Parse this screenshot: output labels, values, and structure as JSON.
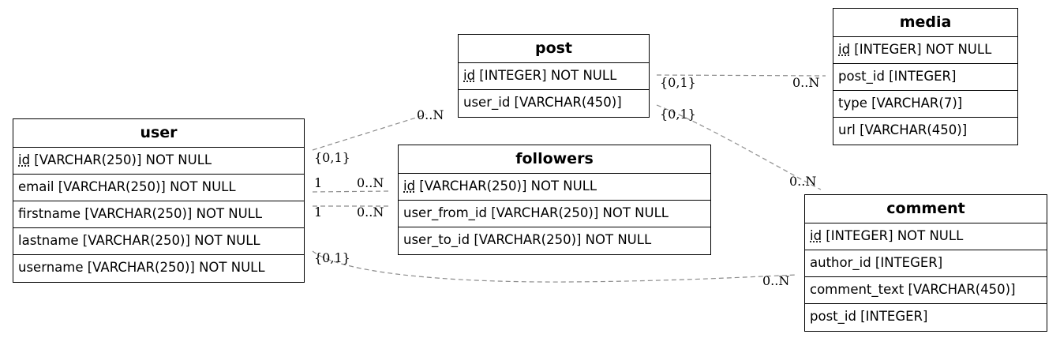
{
  "entities": {
    "user": {
      "name": "user",
      "columns": [
        {
          "key": "id",
          "rest": " [VARCHAR(250)] NOT NULL"
        },
        {
          "key": "",
          "rest": "email [VARCHAR(250)] NOT NULL"
        },
        {
          "key": "",
          "rest": "firstname [VARCHAR(250)] NOT NULL"
        },
        {
          "key": "",
          "rest": "lastname [VARCHAR(250)] NOT NULL"
        },
        {
          "key": "",
          "rest": "username [VARCHAR(250)] NOT NULL"
        }
      ]
    },
    "post": {
      "name": "post",
      "columns": [
        {
          "key": "id",
          "rest": " [INTEGER] NOT NULL"
        },
        {
          "key": "",
          "rest": "user_id [VARCHAR(450)]"
        }
      ]
    },
    "followers": {
      "name": "followers",
      "columns": [
        {
          "key": "id",
          "rest": " [VARCHAR(250)] NOT NULL"
        },
        {
          "key": "",
          "rest": "user_from_id [VARCHAR(250)] NOT NULL"
        },
        {
          "key": "",
          "rest": "user_to_id [VARCHAR(250)] NOT NULL"
        }
      ]
    },
    "media": {
      "name": "media",
      "columns": [
        {
          "key": "id",
          "rest": " [INTEGER] NOT NULL"
        },
        {
          "key": "",
          "rest": "post_id [INTEGER]"
        },
        {
          "key": "",
          "rest": "type [VARCHAR(7)]"
        },
        {
          "key": "",
          "rest": "url [VARCHAR(450)]"
        }
      ]
    },
    "comment": {
      "name": "comment",
      "columns": [
        {
          "key": "id",
          "rest": " [INTEGER] NOT NULL"
        },
        {
          "key": "",
          "rest": "author_id [INTEGER]"
        },
        {
          "key": "",
          "rest": "comment_text [VARCHAR(450)]"
        },
        {
          "key": "",
          "rest": "post_id [INTEGER]"
        }
      ]
    }
  },
  "relations": [
    {
      "from": "user",
      "to": "post",
      "from_card": "{0,1}",
      "to_card": "0..N"
    },
    {
      "from": "user",
      "to": "followers",
      "from_card": "1",
      "to_card": "0..N"
    },
    {
      "from": "user",
      "to": "followers",
      "from_card": "1",
      "to_card": "0..N"
    },
    {
      "from": "user",
      "to": "comment",
      "from_card": "{0,1}",
      "to_card": "0..N"
    },
    {
      "from": "post",
      "to": "media",
      "from_card": "{0,1}",
      "to_card": "0..N"
    },
    {
      "from": "post",
      "to": "comment",
      "from_card": "{0,1}",
      "to_card": "0..N"
    }
  ],
  "colors": {
    "edge": "#8c8c8c",
    "border": "#000000"
  }
}
